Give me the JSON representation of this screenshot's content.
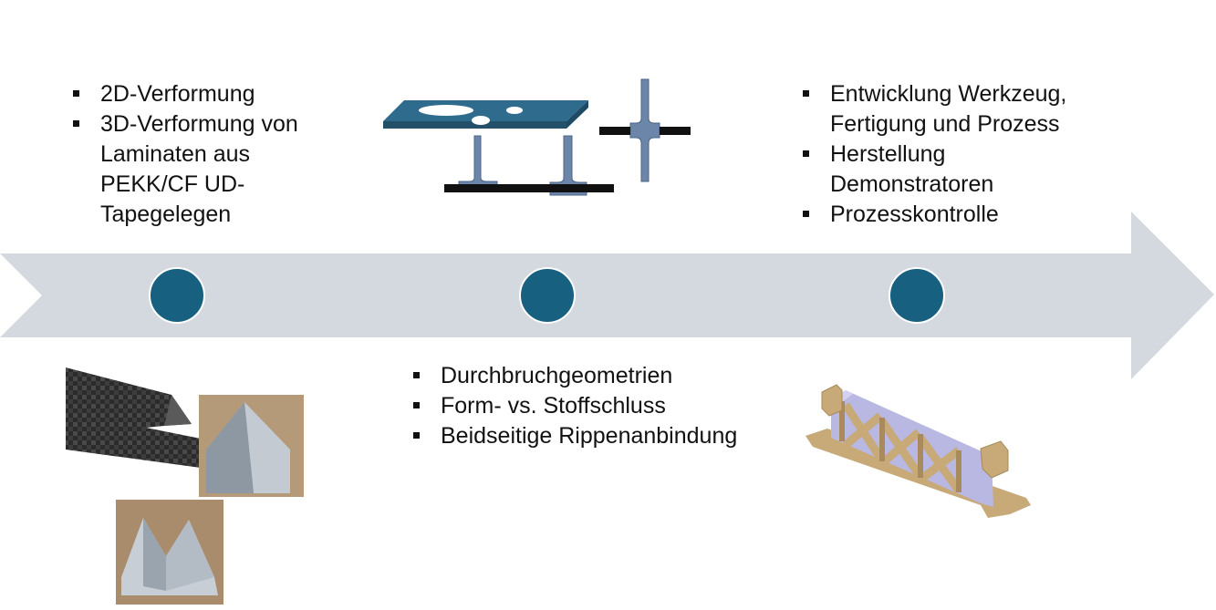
{
  "colors": {
    "arrow": "#d3d9df",
    "marker": "#17607f",
    "rib": "#6b86a8",
    "plate": "#2f6b8d",
    "strip": "#111111",
    "demonstrator_body": "#b9b8e2",
    "demonstrator_ribs": "#c8a978"
  },
  "stage1": {
    "bullets": [
      "2D-Verformung",
      "3D-Verformung von Laminaten aus PEKK/CF UD-Tapegelegen"
    ]
  },
  "stage2": {
    "bullets": [
      "Durchbruchgeometrien",
      "Form- vs. Stoffschluss",
      "Beidseitige Rippenanbindung"
    ]
  },
  "stage3": {
    "bullets": [
      "Entwicklung Werkzeug, Fertigung und Prozess",
      "Herstellung Demonstratoren",
      "Prozesskontrolle"
    ]
  },
  "icons": {
    "carbon_angle": "carbon-laminate-angle-photo-icon",
    "tool_a": "aluminium-forming-tool-photo-icon",
    "tool_b": "aluminium-v-tool-photo-icon",
    "plate": "perforated-plate-icon",
    "ribs": "t-rib-joint-icon",
    "demonstrator": "lattice-beam-demonstrator-icon"
  }
}
